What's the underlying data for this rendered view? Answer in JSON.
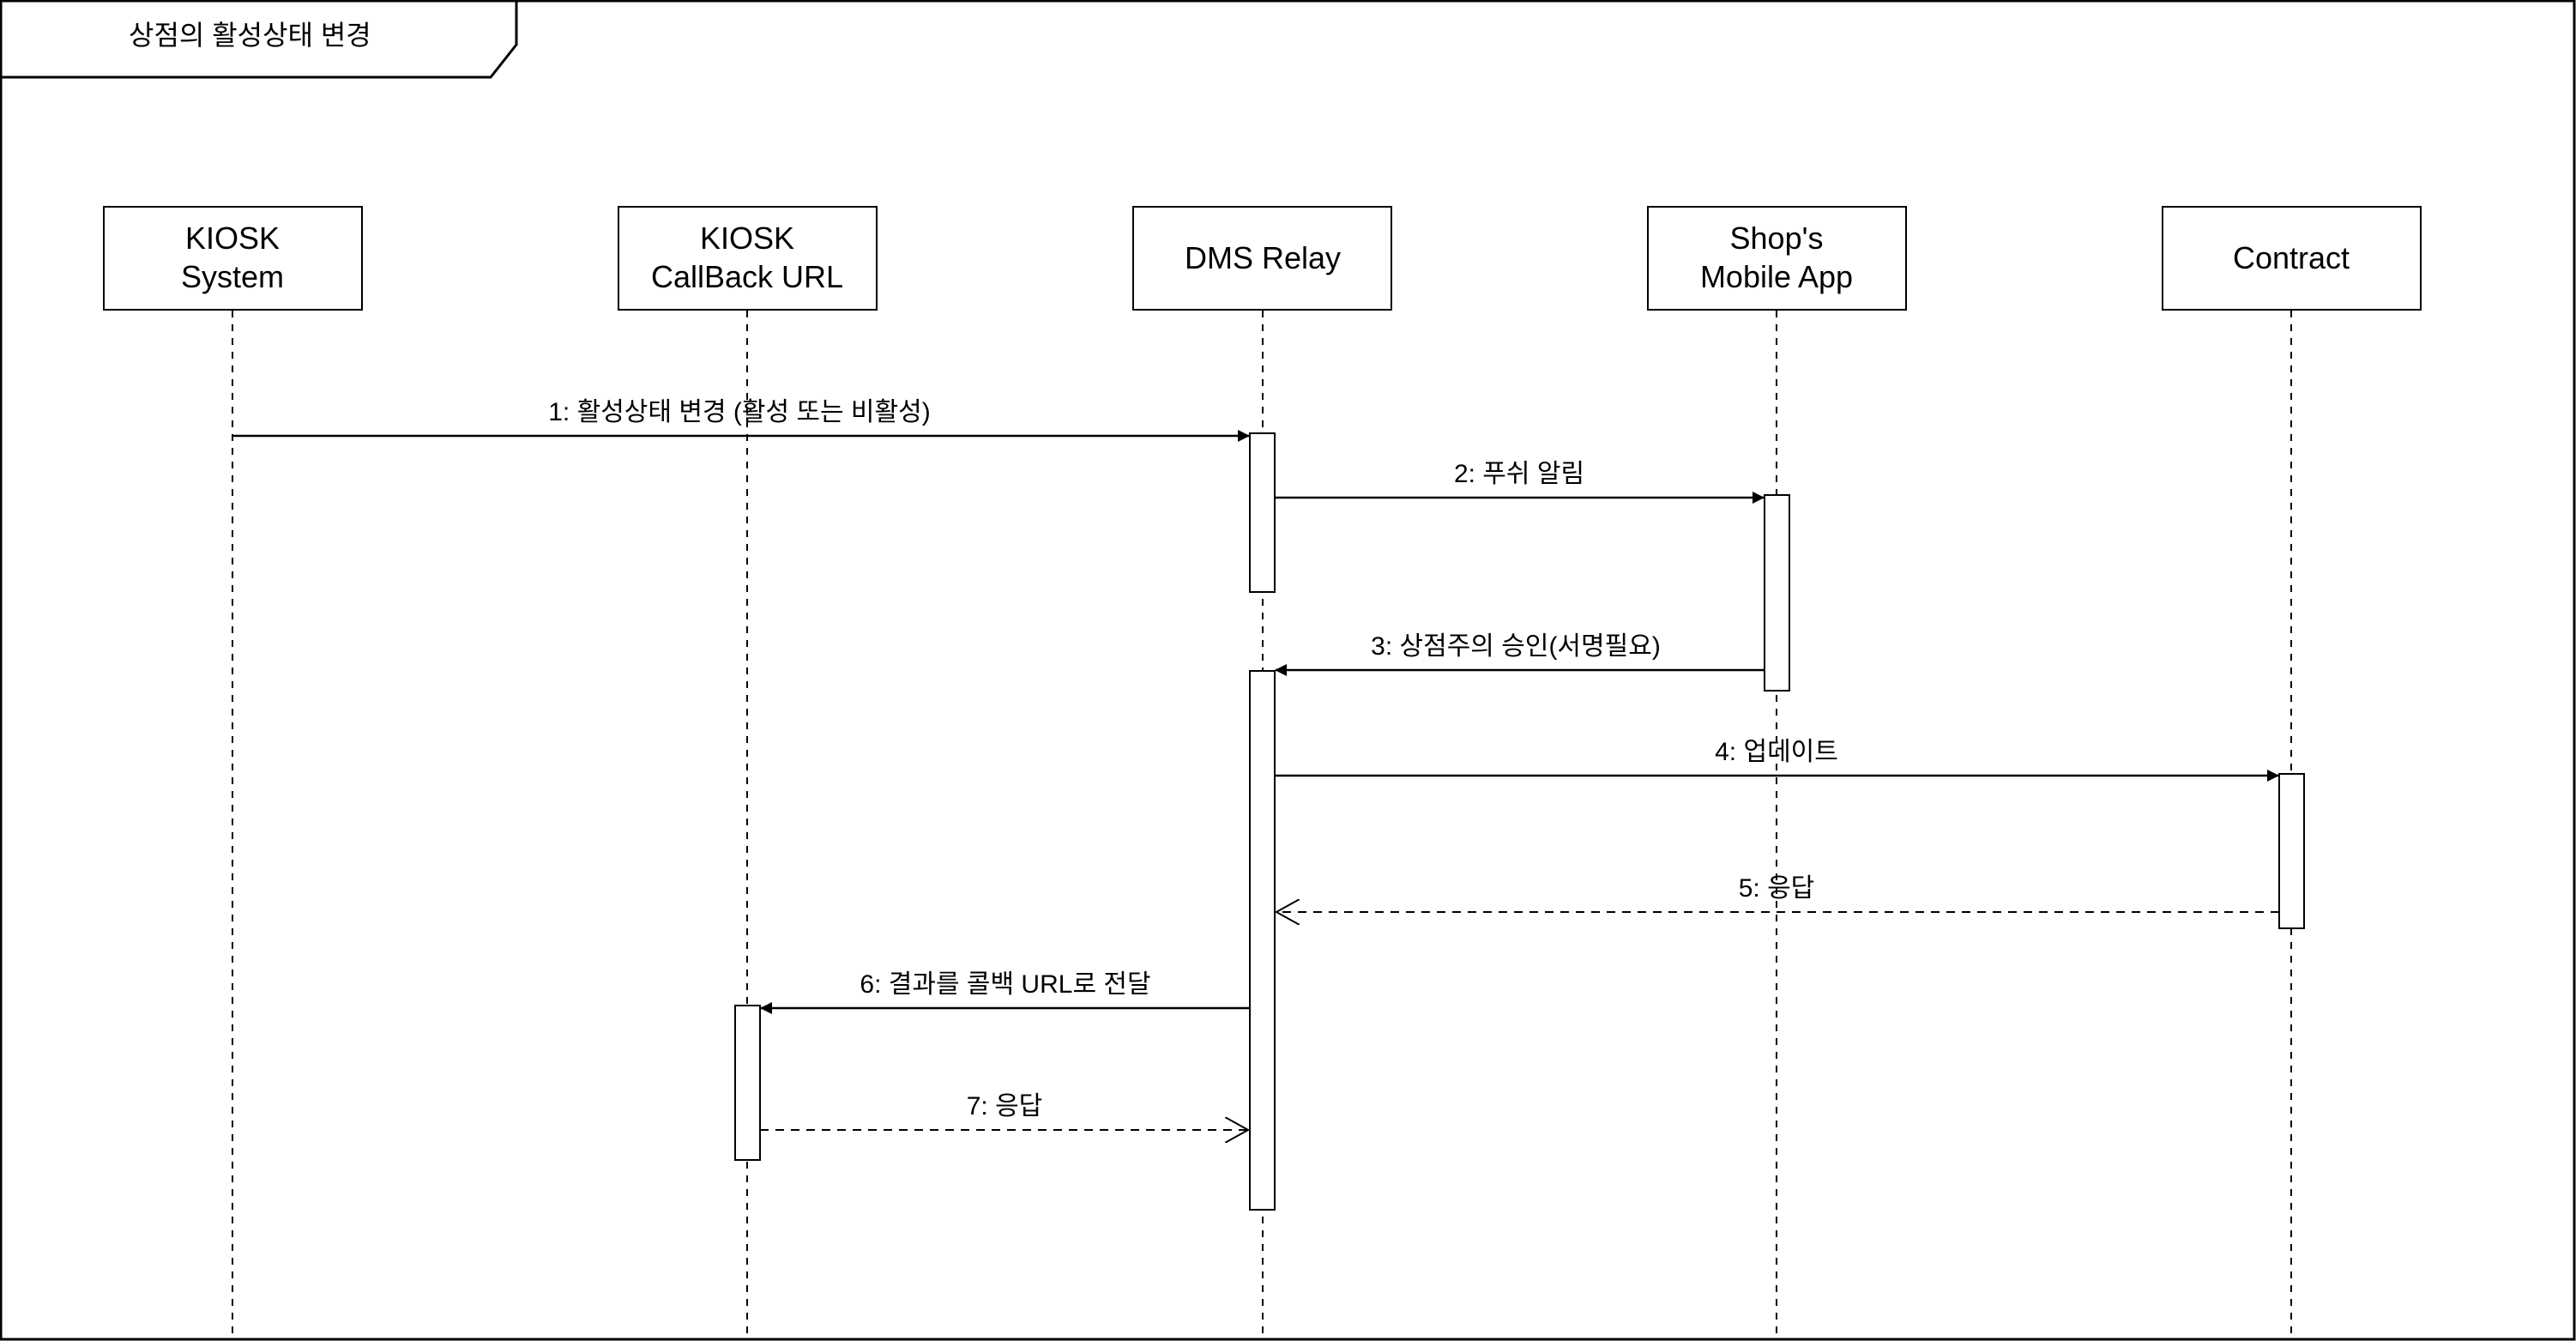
{
  "frame": {
    "title": "상점의 활성상태 변경"
  },
  "participants": [
    {
      "id": "kiosk",
      "lines": [
        "KIOSK",
        "System"
      ]
    },
    {
      "id": "callback",
      "lines": [
        "KIOSK",
        "CallBack URL"
      ]
    },
    {
      "id": "dms",
      "lines": [
        "DMS Relay"
      ]
    },
    {
      "id": "shop",
      "lines": [
        "Shop's",
        "Mobile App"
      ]
    },
    {
      "id": "contract",
      "lines": [
        "Contract"
      ]
    }
  ],
  "messages": [
    {
      "label": "1: 활성상태 변경 (활성 또는 비활성)",
      "from": "kiosk",
      "to": "dms",
      "type": "sync"
    },
    {
      "label": "2: 푸쉬 알림",
      "from": "dms",
      "to": "shop",
      "type": "sync"
    },
    {
      "label": "3: 상점주의 승인(서명필요)",
      "from": "shop",
      "to": "dms",
      "type": "sync"
    },
    {
      "label": "4: 업데이트",
      "from": "dms",
      "to": "contract",
      "type": "sync"
    },
    {
      "label": "5: 응답",
      "from": "contract",
      "to": "dms",
      "type": "return"
    },
    {
      "label": "6: 결과를 콜백 URL로 전달",
      "from": "dms",
      "to": "callback",
      "type": "sync"
    },
    {
      "label": "7: 응답",
      "from": "callback",
      "to": "dms",
      "type": "return"
    }
  ]
}
